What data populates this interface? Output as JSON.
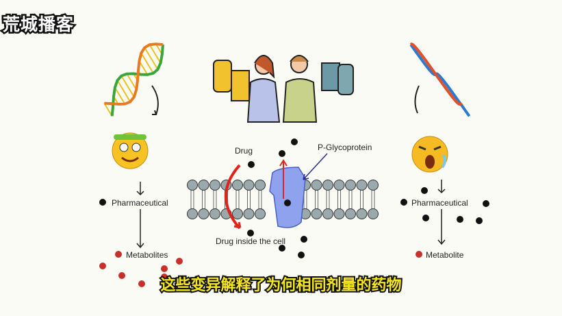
{
  "watermark": "荒城播客",
  "subtitle": "这些变异解释了为何相同剂量的药物",
  "left": {
    "pharmaceutical": "Pharmaceutical",
    "metabolites": "Metabolites"
  },
  "center": {
    "drug": "Drug",
    "protein": "P-Glycoprotein",
    "inside": "Drug inside the cell"
  },
  "right": {
    "pharmaceutical": "Pharmaceutical",
    "metabolite": "Metabolite"
  },
  "colors": {
    "membrane": "#9aa9ab",
    "protein": "#8ea2ee",
    "arrow": "#e0241c",
    "subtitle": "#f6e61e"
  }
}
